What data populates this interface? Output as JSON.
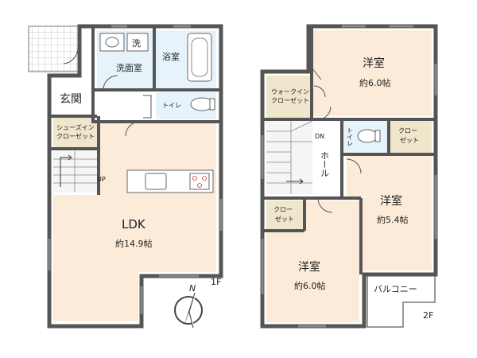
{
  "floor1": {
    "label": "1F",
    "rooms": {
      "ldk_name": "LDK",
      "ldk_size": "約14.9帖",
      "entrance": "玄関",
      "shoe_closet": [
        "シューズイン",
        "クローゼット"
      ],
      "washroom": "洗面室",
      "washer": "洗",
      "bathroom": "浴室",
      "toilet": "トイレ",
      "stairs_up": "UP"
    },
    "compass": "N"
  },
  "floor2": {
    "label": "2F",
    "rooms": {
      "room_top_name": "洋室",
      "room_top_size": "約6.0帖",
      "walkin_closet": [
        "ウォークイン",
        "クローゼット"
      ],
      "toilet": "トイレ",
      "closet_right": [
        "クロー",
        "ゼット"
      ],
      "stairs_down": "DN",
      "hall": "ホール",
      "room_mid_name": "洋室",
      "room_mid_size": "約5.4帖",
      "closet_left": [
        "クロー",
        "ゼット"
      ],
      "room_bottom_name": "洋室",
      "room_bottom_size": "約6.0帖",
      "balcony": "バルコニー"
    }
  },
  "colors": {
    "wall": "#555555",
    "wood_floor": "#fbebd8",
    "wet_area": "#e6f3fb",
    "closet": "#f0e6cc",
    "stairs": "#f5f5f5",
    "balcony": "#ffffff"
  }
}
